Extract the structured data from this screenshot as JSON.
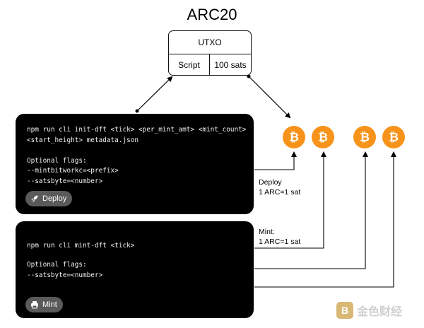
{
  "title": "ARC20",
  "utxo": {
    "header": "UTXO",
    "script_label": "Script",
    "amount_label": "100 sats"
  },
  "deploy_terminal": {
    "lines": [
      "npm run cli init-dft <tick> <per_mint_amt> <mint_count>",
      "<start_height> metadata.json",
      "",
      "Optional flags:",
      "--mintbitworkc=<prefix>",
      "--satsbyte=<number>"
    ],
    "button_label": "Deploy",
    "button_icon": "rocket-icon"
  },
  "mint_terminal": {
    "lines": [
      "npm run cli mint-dft <tick>",
      "",
      "Optional flags:",
      "--satsbyte=<number>"
    ],
    "button_label": "Mint",
    "button_icon": "printer-icon"
  },
  "deploy_note": {
    "line1": "Deploy",
    "line2": "1 ARC=1 sat"
  },
  "mint_note": {
    "line1": "Mint:",
    "line2": "1 ARC=1 sat"
  },
  "coins": [
    {
      "icon": "bitcoin-icon"
    },
    {
      "icon": "bitcoin-icon"
    },
    {
      "icon": "bitcoin-icon"
    },
    {
      "icon": "bitcoin-icon"
    }
  ],
  "watermark": {
    "logo_char": "B",
    "text": "金色财经"
  },
  "colors": {
    "bitcoin": "#f7931a",
    "terminal_bg": "#000000",
    "button_bg": "#5a5a5a"
  }
}
